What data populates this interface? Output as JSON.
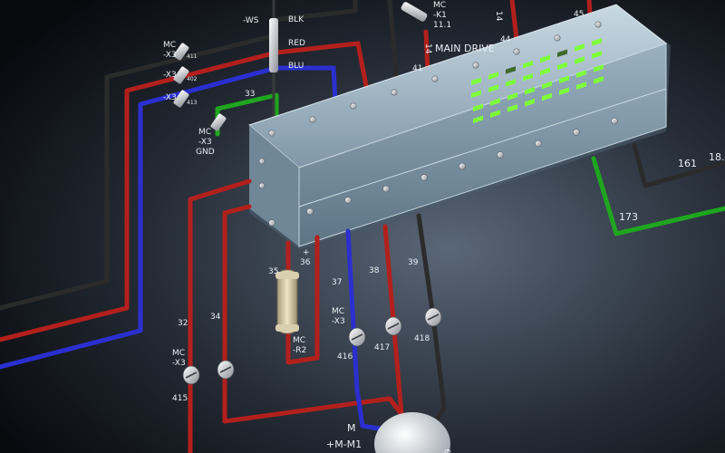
{
  "scene": {
    "title": "Control module wiring illustration",
    "colors": {
      "background_center": "#5a6778",
      "background_edge": "#07090d",
      "wire_black": "#2b2b2b",
      "wire_red": "#b3201c",
      "wire_blue": "#2b2fd0",
      "wire_green": "#1fa61f",
      "module_body": "#8fa6b6",
      "led_green": "#7dff3a"
    }
  },
  "labels": {
    "ws": "-WS",
    "blk": "BLK",
    "red": "RED",
    "blu": "BLU",
    "mc_x3_a": "MC",
    "mc_x3_a2": "-X3",
    "mc_x3_b2": "-X3",
    "mc_x3_c2": "-X3",
    "n411": "411",
    "n402": "402",
    "n413": "413",
    "w33": "33",
    "gnd_mc": "MC",
    "gnd_x3": "-X3",
    "gnd": "GND",
    "k1_mc": "MC",
    "k1_k1": "-K1",
    "k1_val": "11.1",
    "main_drive": "MAIN DRIVE",
    "n14": "14",
    "n14b": "14",
    "n41": "41",
    "n44": "44",
    "n45": "45",
    "n161": "161",
    "n18": "18.",
    "n173": "173",
    "n35": "35",
    "n36": "36",
    "plus": "+",
    "r2_mc": "MC",
    "r2_r2": "-R2",
    "n37": "37",
    "n38": "38",
    "n39": "39",
    "mid_mc": "MC",
    "mid_x3": "-X3",
    "n416": "416",
    "n417": "417",
    "n418": "418",
    "n32": "32",
    "n34": "34",
    "left_mc": "MC",
    "left_x3": "-X3",
    "n415": "415",
    "motor_m": "M",
    "motor_m1": "+M-M1",
    "n6": "6"
  }
}
